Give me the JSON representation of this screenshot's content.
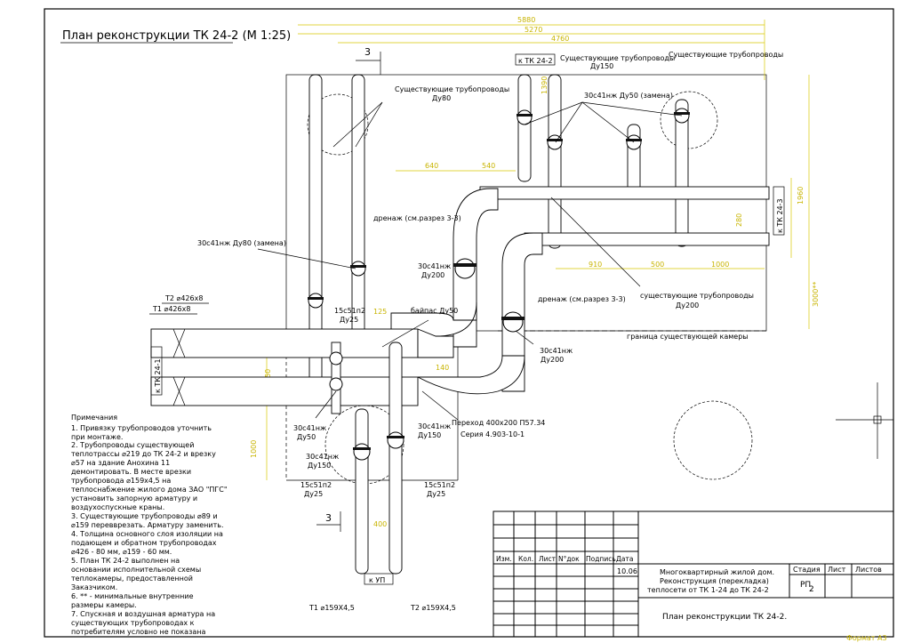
{
  "title": "План реконструкции ТК 24-2 (М 1:25)",
  "dimensions_top": [
    "5880",
    "5270",
    "4760"
  ],
  "dimensions_mid": [
    "640",
    "540"
  ],
  "dimensions_lower": [
    "910",
    "500",
    "1000"
  ],
  "dimensions_right": [
    "1960",
    "3000**"
  ],
  "dimensions_left": [
    "750",
    "1000"
  ],
  "dimensions_small": [
    "125",
    "140",
    "400",
    "280",
    "1390"
  ],
  "section_marker": "3",
  "labels": {
    "to_tk24_top": "к ТК 24-2",
    "to_tk24_right": "к ТК 24-3",
    "to_tk24_left": "к ТК 24-1",
    "existing_pipes_top_right_1": "Существующие трубопроводы",
    "existing_pipes_top_right_2": "Существующие трубопроводы",
    "du150_top": "Ду150",
    "existing_pipes_left": "Существующие трубопроводы",
    "du80_left": "Ду80",
    "valve_replace": "30с41нж Ду50 (замена)",
    "valve_left_replace": "30с41нж Ду80 (замена)",
    "drain_1": "дренаж (см.разрез 3-3)",
    "valve_du200_a": "30с41нж",
    "valve_du200_a2": "Ду200",
    "drain_2": "дренаж (см.разрез 3-3)",
    "existing_pipes_du200": "существующие трубопроводы",
    "du200": "Ду200",
    "t2": "Т2 ⌀426х8",
    "t1": "Т1 ⌀426х8",
    "valve_15c": "15с51п2",
    "du25": "Ду25",
    "bypass": "байпас Ду50",
    "chamber_border": "граница существующей камеры",
    "valve_du200_b": "30с41нж",
    "valve_du200_b2": "Ду200",
    "valve_du50_b": "30с41нж",
    "valve_du50_b2": "Ду50",
    "valve_du150": "30с41нж",
    "valve_du150_2": "Ду150",
    "transition": "Переход 400х200 П57.34",
    "series": "Серия 4.903-10-1",
    "valve_du150_c": "30с41нж",
    "valve_du150_c2": "Ду150",
    "valve_15c_b": "15с51п2",
    "du25_b": "Ду25",
    "valve_15c_c": "15с51п2",
    "du25_c": "Ду25",
    "to_up": "к УП",
    "t1_bottom": "Т1 ⌀159Х4,5",
    "t2_bottom": "Т2 ⌀159Х4,5"
  },
  "notes": [
    "Примечания",
    "1. Привязку трубопроводов уточнить",
    "при монтаже.",
    "2. Трубопроводы существующей",
    "теплотрассы ⌀219 до ТК 24-2 и врезку",
    "⌀57 на здание Анохина 11",
    "демонтировать. В месте врезки",
    "трубопровода ⌀159х4,5 на",
    "теплоснабжение жилого дома ЗАО \"ПГС\"",
    "установить запорную арматуру и",
    "воздухоспускные краны.",
    "3. Существующие трубопроводы ⌀89 и",
    "⌀159 перевврезать. Арматуру заменить.",
    "4. Толщина основного слоя изоляции на",
    "подающем и обратном трубопроводах",
    "⌀426 - 80 мм, ⌀159 - 60 мм.",
    "5. План ТК 24-2 выполнен на",
    "основании исполнительной схемы",
    "теплокамеры, предоставленной",
    "Заказчиком.",
    "6. ** - минимальные внутренние",
    "размеры камеры.",
    "7. Спускная и воздушная арматура на",
    "существующих трубопроводах к",
    "потребителям условно не показана"
  ],
  "title_block": {
    "col_headers": [
      "Изм.",
      "Кол.",
      "Лист",
      "N°док",
      "Подпись",
      "Дата"
    ],
    "date": "10.06",
    "project_line1": "Многоквартирный жилой дом.",
    "project_line2": "Реконструкция (перекладка)",
    "project_line3": "теплосети от ТК 1-24 до ТК 24-2",
    "stage_header": "Стадия",
    "sheet_header": "Лист",
    "sheets_header": "Листов",
    "stage_value": "РП",
    "sheet_value": "2",
    "sheet_title": "План реконструкции ТК 24-2.",
    "format": "Формат А3"
  }
}
